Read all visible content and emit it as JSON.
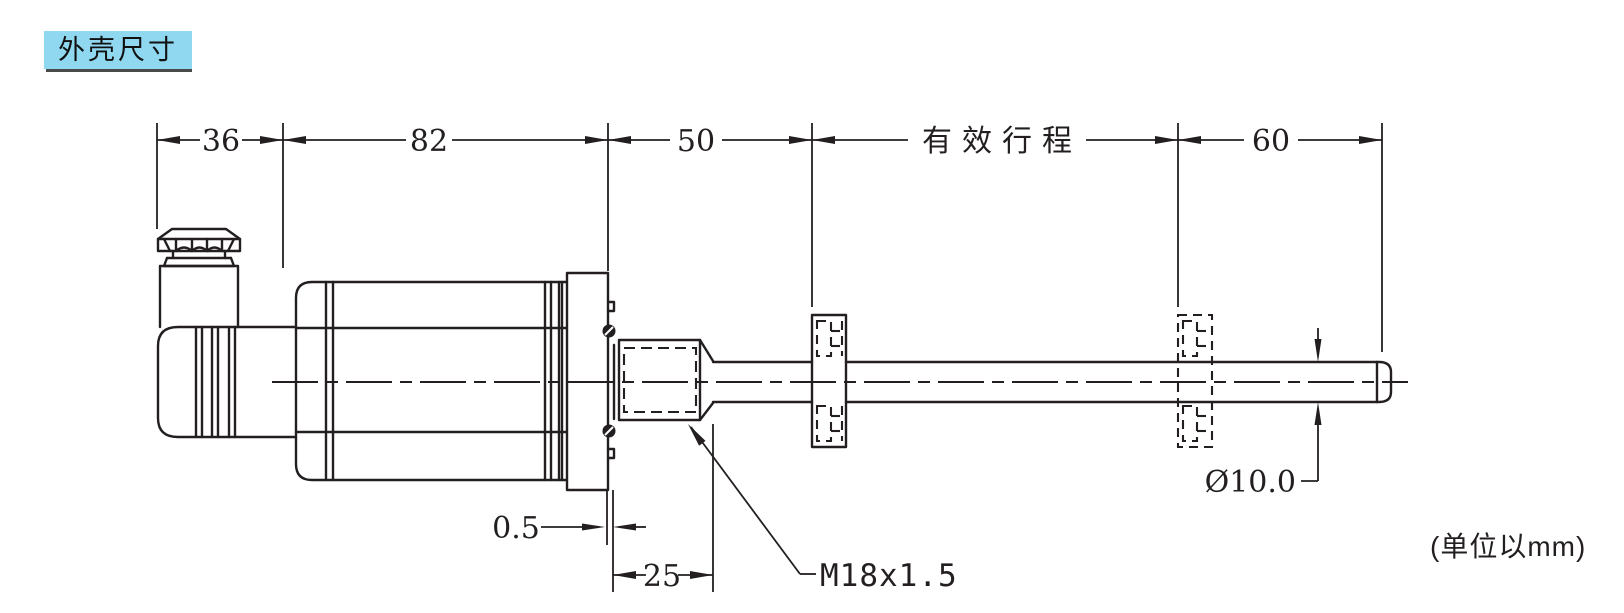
{
  "title": "外壳尺寸",
  "units_note": "(单位以mm)",
  "colors": {
    "background": "#ffffff",
    "title_highlight": "#8fd8f0",
    "line": "#231f20"
  },
  "dimensions": {
    "connector_width": "36",
    "body_length": "82",
    "flange_to_stroke_start": "50",
    "effective_stroke_label": "有效行程",
    "rod_end_length": "60",
    "flange_plate_thickness": "0.5",
    "thread_length": "25",
    "thread_spec": "M18x1.5",
    "rod_diameter": "Ø10.0"
  }
}
